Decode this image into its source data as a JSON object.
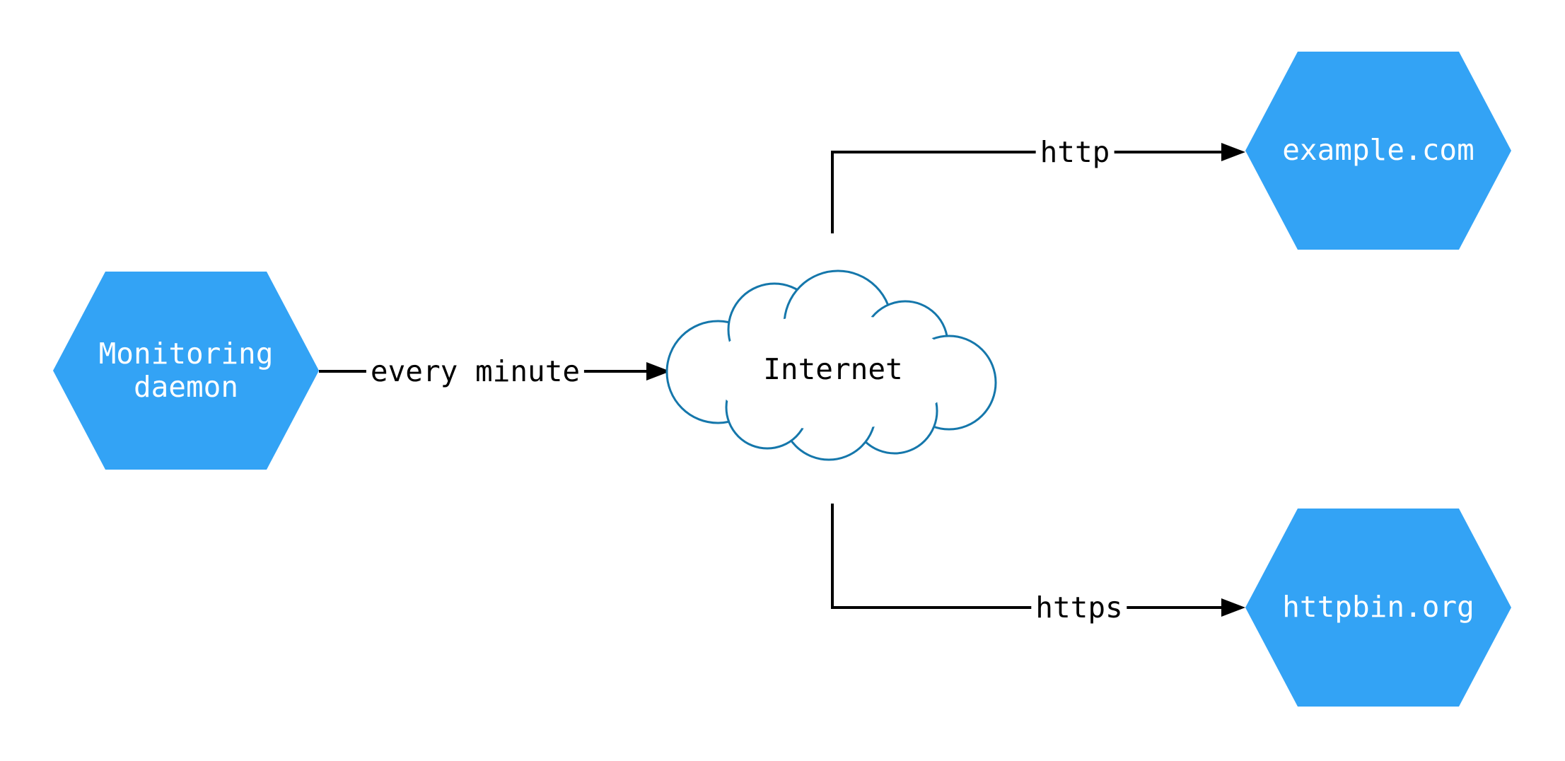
{
  "diagram": {
    "type": "network-flow-diagram",
    "colors": {
      "node_fill": "#33a3f5",
      "cloud_outline": "#1577ab",
      "edge": "#000000",
      "node_text": "#ffffff",
      "background": "#ffffff"
    },
    "nodes": {
      "monitoring_daemon": {
        "label": "Monitoring\ndaemon",
        "shape": "hexagon"
      },
      "internet": {
        "label": "Internet",
        "shape": "cloud"
      },
      "example_com": {
        "label": "example.com",
        "shape": "hexagon"
      },
      "httpbin_org": {
        "label": "httpbin.org",
        "shape": "hexagon"
      }
    },
    "edges": [
      {
        "from": "monitoring_daemon",
        "to": "internet",
        "label": "every minute"
      },
      {
        "from": "internet",
        "to": "example_com",
        "label": "http"
      },
      {
        "from": "internet",
        "to": "httpbin_org",
        "label": "https"
      }
    ]
  }
}
